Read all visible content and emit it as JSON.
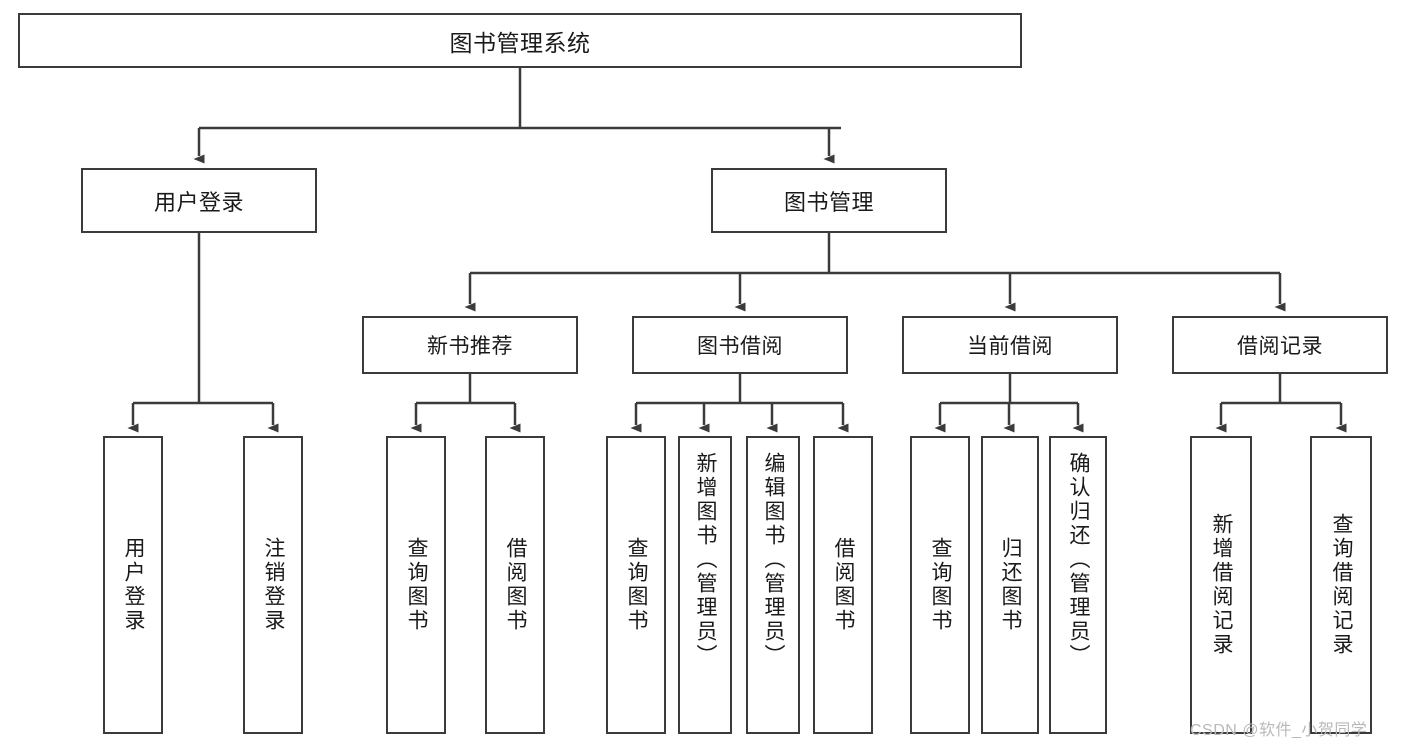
{
  "diagram": {
    "title": "图书管理系统",
    "type": "tree-hierarchy",
    "root": {
      "label": "图书管理系统"
    },
    "level1": [
      {
        "label": "用户登录"
      },
      {
        "label": "图书管理"
      }
    ],
    "level2": [
      {
        "label": "新书推荐"
      },
      {
        "label": "图书借阅"
      },
      {
        "label": "当前借阅"
      },
      {
        "label": "借阅记录"
      }
    ],
    "leaves": {
      "user_login": [
        {
          "label": "用户登录"
        },
        {
          "label": "注销登录"
        }
      ],
      "new_book_recommend": [
        {
          "label": "查询图书"
        },
        {
          "label": "借阅图书"
        }
      ],
      "book_borrow": [
        {
          "label": "查询图书"
        },
        {
          "label": "新增图书（管理员）"
        },
        {
          "label": "编辑图书（管理员）"
        },
        {
          "label": "借阅图书"
        }
      ],
      "current_borrow": [
        {
          "label": "查询图书"
        },
        {
          "label": "归还图书"
        },
        {
          "label": "确认归还（管理员）"
        }
      ],
      "borrow_record": [
        {
          "label": "新增借阅记录"
        },
        {
          "label": "查询借阅记录"
        }
      ]
    }
  },
  "watermark": {
    "text": "CSDN @软件_小贺同学"
  },
  "colors": {
    "stroke": "#3b3b3b",
    "background": "#ffffff",
    "text": "#1a1a1a",
    "watermark": "#b9b9b9"
  }
}
